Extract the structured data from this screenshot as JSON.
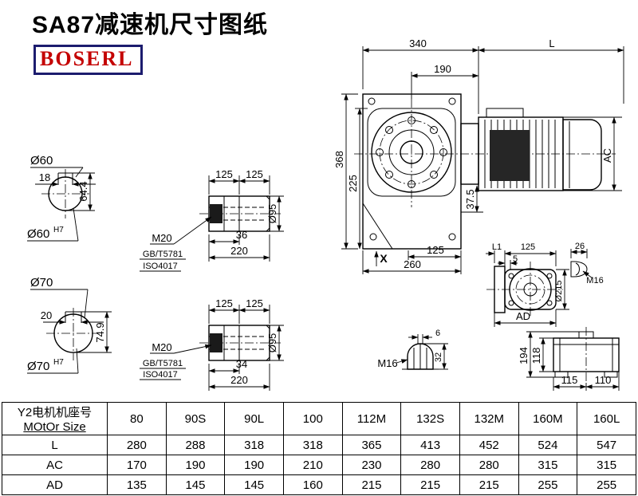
{
  "title": "SA87减速机尺寸图纸",
  "logo": "BOSERL",
  "main": {
    "d340": "340",
    "dL": "L",
    "d190": "190",
    "d368": "368",
    "d225": "225",
    "d37_5": "37.5",
    "dAC": "AC",
    "d125": "125",
    "d260": "260",
    "x_mark": "X"
  },
  "shaft60_end": {
    "label": "Ø60",
    "d18": "18",
    "d64_4": "64.4",
    "bore": "Ø60",
    "tol": "H7"
  },
  "shaft60_side": {
    "d125a": "125",
    "d125b": "125",
    "d36": "36",
    "d220": "220",
    "d95": "Ø95",
    "thread": "M20",
    "std1": "GB/T5781",
    "std2": "ISO4017"
  },
  "shaft70_end": {
    "label": "Ø70",
    "d20": "20",
    "d74_9": "74.9",
    "bore": "Ø70",
    "tol": "H7"
  },
  "shaft70_side": {
    "d125a": "125",
    "d125b": "125",
    "d34": "34",
    "d220": "220",
    "d95": "Ø95",
    "thread": "M20",
    "std1": "GB/T5781",
    "std2": "ISO4017"
  },
  "aux_view": {
    "dL1": "L1",
    "d125": "125",
    "d5": "5",
    "d26": "26",
    "thread": "M16",
    "d215": "Ø215",
    "dAD": "AD"
  },
  "plug_view": {
    "d6": "6",
    "d32": "32",
    "thread": "M16"
  },
  "rear_view": {
    "d194": "194",
    "d118": "118",
    "d115": "115",
    "d110": "110"
  },
  "table": {
    "header_cn": "Y2电机机座号",
    "header_en": "MOtOr Size",
    "columns": [
      "80",
      "90S",
      "90L",
      "100",
      "112M",
      "132S",
      "132M",
      "160M",
      "160L"
    ],
    "rows": [
      {
        "label": "L",
        "values": [
          "280",
          "288",
          "318",
          "318",
          "365",
          "413",
          "452",
          "524",
          "547"
        ]
      },
      {
        "label": "AC",
        "values": [
          "170",
          "190",
          "190",
          "210",
          "230",
          "280",
          "280",
          "315",
          "315"
        ]
      },
      {
        "label": "AD",
        "values": [
          "135",
          "145",
          "145",
          "160",
          "215",
          "215",
          "215",
          "255",
          "255"
        ]
      }
    ]
  }
}
